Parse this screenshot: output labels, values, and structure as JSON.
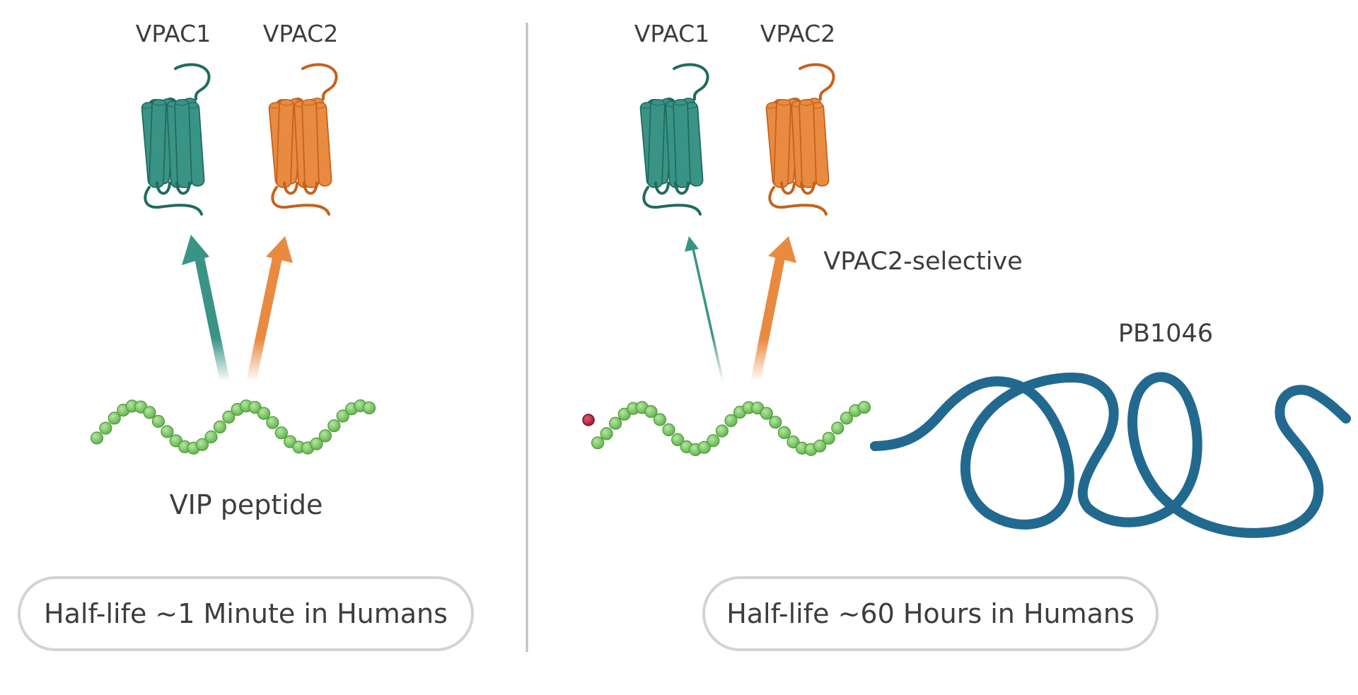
{
  "left_panel": {
    "receptor_1_label": "VPAC1",
    "receptor_2_label": "VPAC2",
    "peptide_label": "VIP peptide",
    "half_life_label": "Half-life ~1 Minute in Humans"
  },
  "right_panel": {
    "receptor_1_label": "VPAC1",
    "receptor_2_label": "VPAC2",
    "selectivity_label": "VPAC2-selective",
    "polymer_label": "PB1046",
    "half_life_label": "Half-life ~60 Hours in Humans"
  },
  "colors": {
    "vpac1": "#3a9486",
    "vpac1_dark": "#206b60",
    "vpac2": "#e98a41",
    "vpac2_dark": "#c5621c",
    "peptide_bead": "#7cc664",
    "peptide_bead_edge": "#4c9a3a",
    "polymer": "#22698f",
    "end_cap": "#b0213e",
    "divider": "#bdbdbd",
    "pill_border": "#d3d3d3",
    "text": "#3d3d3d"
  }
}
